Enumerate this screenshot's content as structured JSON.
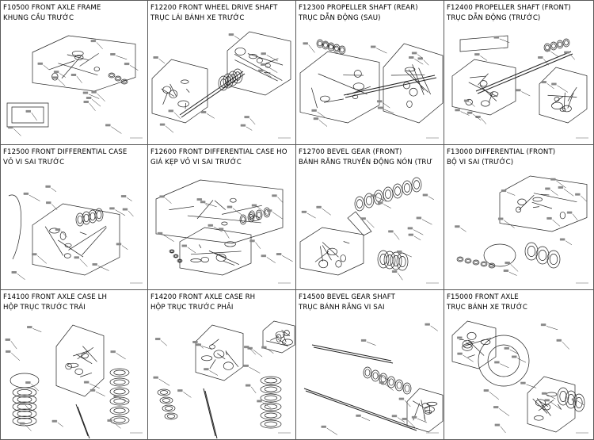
{
  "panels": [
    {
      "code_title": "F10500 FRONT AXLE FRAME",
      "subtitle": "KHUNG CẦU TRƯỚC",
      "kind": "frame"
    },
    {
      "code_title": "F12200 FRONT WHEEL DRIVE SHAFT",
      "subtitle": "TRỤC LÁI BÁNH XE TRƯỚC",
      "kind": "wheelshaft"
    },
    {
      "code_title": "F12300 PROPELLER SHAFT (REAR)",
      "subtitle": "TRỤC DẪN ĐỘNG (SAU)",
      "kind": "propeller"
    },
    {
      "code_title": "F12400 PROPELLER SHAFT (FRONT)",
      "subtitle": "TRỤC DẪN ĐỘNG (TRƯỚC)",
      "kind": "propeller2"
    },
    {
      "code_title": "F12500 FRONT DIFFERENTIAL CASE",
      "subtitle": "VỎ VI SAI TRƯỚC",
      "kind": "diffcase"
    },
    {
      "code_title": "F12600 FRONT DIFFERENTIAL CASE HO",
      "subtitle": "GIÁ KẸP VỎ VI SAI TRƯỚC",
      "kind": "holder"
    },
    {
      "code_title": "F12700 BEVEL GEAR (FRONT)",
      "subtitle": "BÁNH RĂNG TRUYỀN ĐỘNG NÓN (TRƯ",
      "kind": "bevel"
    },
    {
      "code_title": "F13000 DIFFERENTIAL (FRONT)",
      "subtitle": "BỘ VI SAI (TRƯỚC)",
      "kind": "diff"
    },
    {
      "code_title": "F14100 FRONT AXLE CASE LH",
      "subtitle": "HỘP TRỤC TRƯỚC TRÁI",
      "kind": "caselh"
    },
    {
      "code_title": "F14200 FRONT AXLE CASE RH",
      "subtitle": "HỘP TRỤC TRƯỚC PHẢI",
      "kind": "caserh"
    },
    {
      "code_title": "F14500 BEVEL GEAR SHAFT",
      "subtitle": "TRỤC BÁNH RĂNG VI SAI",
      "kind": "bevelshaft"
    },
    {
      "code_title": "F15000 FRONT AXLE",
      "subtitle": "TRỤC BÁNH XE TRƯỚC",
      "kind": "axle"
    }
  ]
}
